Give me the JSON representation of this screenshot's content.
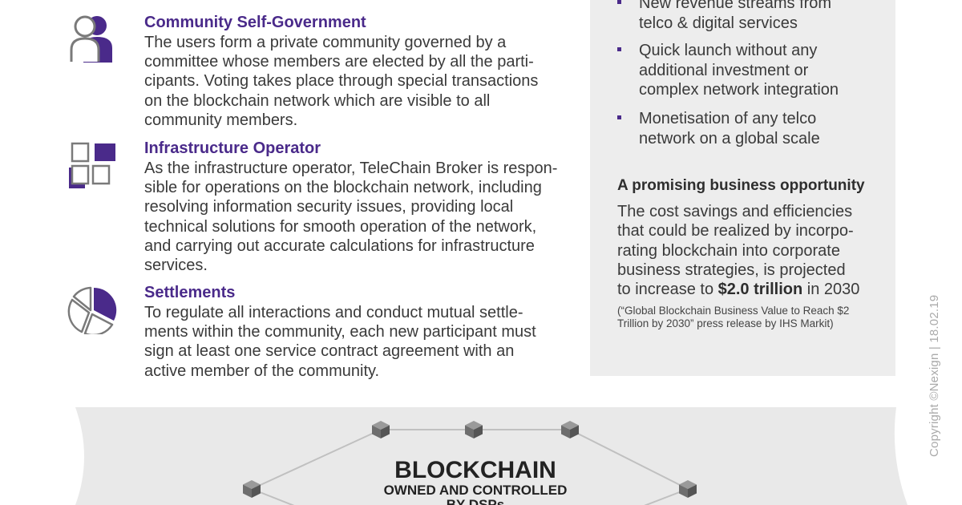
{
  "sections": [
    {
      "title": "Community Self-Government",
      "icon": "users-icon",
      "lines": [
        "The users form a private community governed by a",
        "committee whose members are elected by all the parti-",
        "cipants. Voting takes place through special transactions",
        "on the blockchain network which are visible to all",
        "community members."
      ]
    },
    {
      "title": "Infrastructure Operator",
      "icon": "infrastructure-grid-icon",
      "lines": [
        "As the infrastructure operator, TeleChain Broker is respon-",
        "sible for operations on the blockchain network, including",
        "resolving information security issues, providing local",
        "technical solutions for smooth operation of the network,",
        "and carrying out accurate calculations for infrastructure",
        "services."
      ]
    },
    {
      "title": "Settlements",
      "icon": "pie-chart-icon",
      "lines": [
        "To regulate all interactions and conduct mutual settle-",
        "ments within the community, each new participant must",
        "sign at least one service contract agreement with an",
        "active member of the community."
      ]
    }
  ],
  "panel": {
    "bullets": [
      {
        "lines": [
          "New revenue streams from",
          "telco & digital services"
        ]
      },
      {
        "lines": [
          "Quick launch without any",
          "additional investment or",
          "complex network integration"
        ]
      },
      {
        "lines": [
          "Monetisation of any telco",
          "network on a global scale"
        ]
      }
    ],
    "opportunity_title": "A promising business opportunity",
    "opportunity_lines": [
      "The cost savings and efficiencies",
      "that could be realized by incorpo-",
      "rating blockchain into corporate",
      "business strategies, is projected"
    ],
    "opportunity_last_prefix": "to increase to ",
    "opportunity_highlight": "$2.0 trillion",
    "opportunity_last_suffix": " in 2030",
    "source_lines": [
      "(“Global Blockchain Business Value to Reach $2",
      "Trillion by 2030” press release by IHS Markit)"
    ]
  },
  "copyright": "Copyright ©Nexign  |  18.02.19",
  "diagram": {
    "title": "BLOCKCHAIN",
    "subtitle_line1": "OWNED AND CONTROLLED",
    "subtitle_line2": "BY DSPs",
    "node_icon": "cube-icon"
  },
  "colors": {
    "accent_purple": "#4a2a8a",
    "panel_grey": "#ededed",
    "text": "#3a3a3a",
    "icon_grey": "#7a7a7a"
  }
}
